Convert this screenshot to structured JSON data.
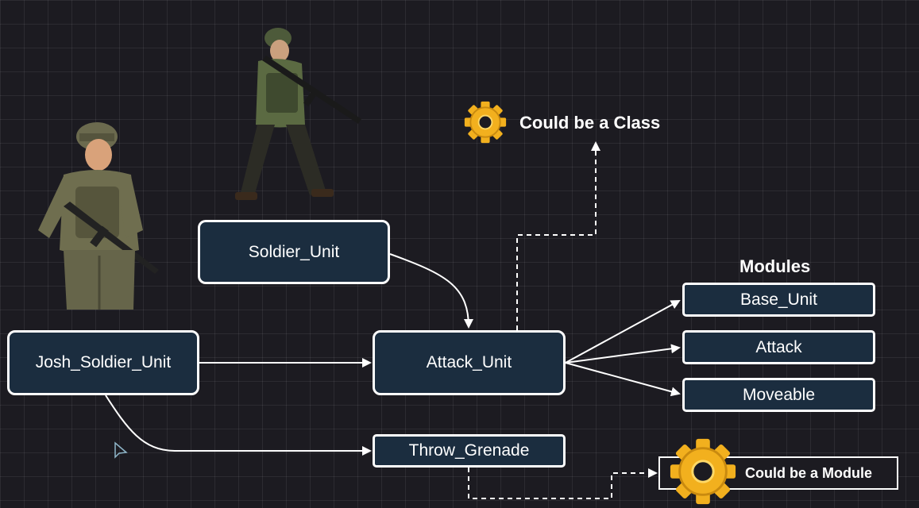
{
  "nodes": {
    "soldier_unit": "Soldier_Unit",
    "josh_soldier_unit": "Josh_Soldier_Unit",
    "attack_unit": "Attack_Unit",
    "throw_grenade": "Throw_Grenade"
  },
  "modules": {
    "heading": "Modules",
    "items": [
      "Base_Unit",
      "Attack",
      "Moveable"
    ]
  },
  "annotations": {
    "class_note": "Could be a Class",
    "module_note": "Could be a Module"
  },
  "colors": {
    "background": "#1c1b21",
    "node_fill": "#1b2d3f",
    "stroke": "#ffffff",
    "gear": "#f2b01e"
  },
  "icons": [
    "gear-icon",
    "soldier-illustration",
    "cursor-icon"
  ]
}
